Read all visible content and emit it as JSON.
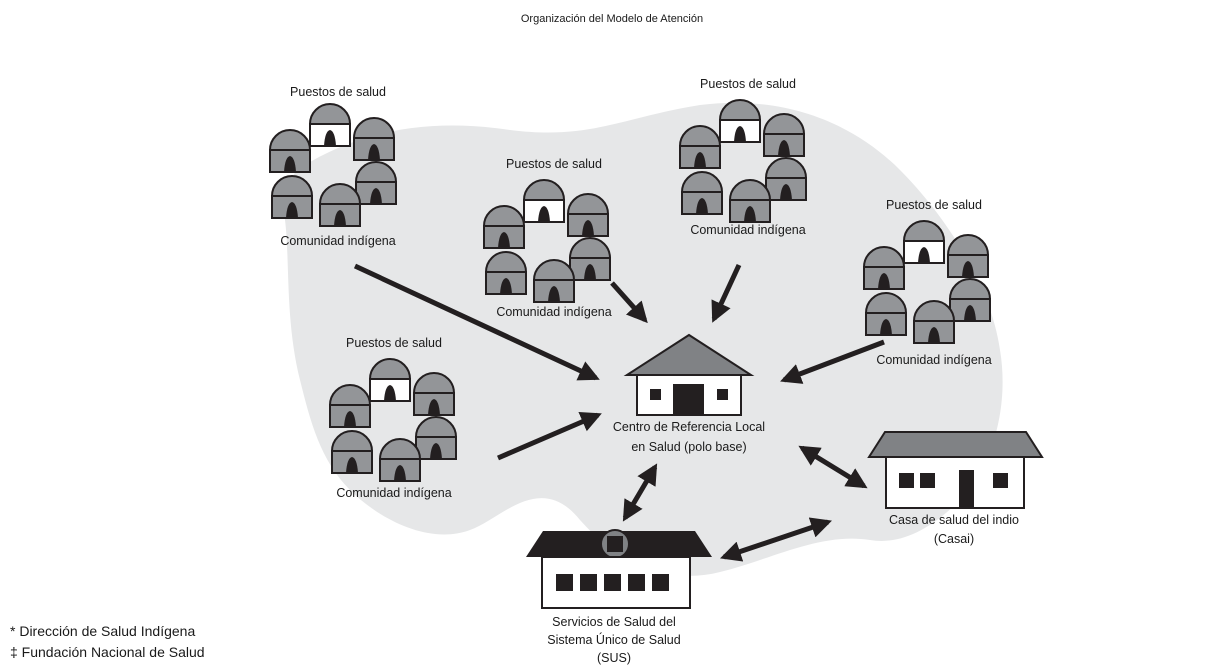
{
  "title": "Organización del Modelo de Atención",
  "colors": {
    "region": "#e6e7e8",
    "hut": "#939598",
    "hut_stroke": "#231f20",
    "arrow": "#231f20",
    "building_roof": "#808285",
    "sus_roof": "#231f20"
  },
  "clusters": [
    {
      "top_label": "Puestos de salud",
      "bottom_label": "Comunidad indígena"
    },
    {
      "top_label": "Puestos de salud",
      "bottom_label": "Comunidad indígena"
    },
    {
      "top_label": "Puestos de salud",
      "bottom_label": "Comunidad indígena"
    },
    {
      "top_label": "Puestos de salud",
      "bottom_label": "Comunidad indígena"
    },
    {
      "top_label": "Puestos de salud",
      "bottom_label": "Comunidad indígena"
    }
  ],
  "center": {
    "line1": "Centro de Referencia Local",
    "line2": "en Salud (polo base)"
  },
  "casai": {
    "line1": "Casa de salud del indio",
    "line2": "(Casai)"
  },
  "sus": {
    "line1": "Servicios de Salud del",
    "line2": "Sistema Único de Salud",
    "line3": "(SUS)"
  },
  "footnotes": [
    "* Dirección de Salud Indígena",
    "‡ Fundación Nacional de Salud"
  ]
}
